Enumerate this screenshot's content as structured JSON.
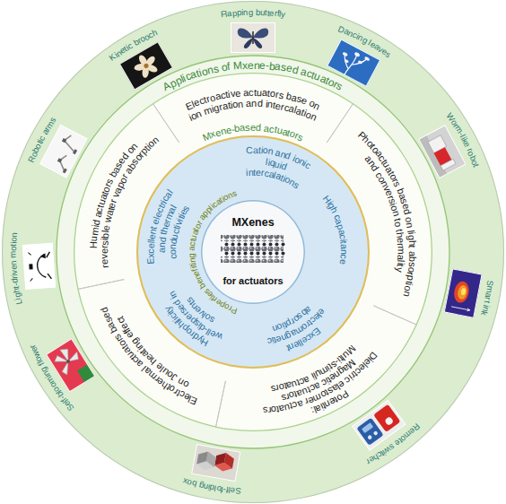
{
  "diagram": {
    "nodes": [
      {
        "text": [
          "Applications of Mxene-based actuators"
        ]
      },
      {
        "text": [
          "Kinetic brooch"
        ],
        "in": 0
      },
      {
        "text": [
          "Flapping butterfly"
        ],
        "in": 0
      },
      {
        "text": [
          "Dancing leaves"
        ],
        "in": 0
      },
      {
        "text": [
          "Worm-like robot"
        ],
        "in": 0
      },
      {
        "text": [
          "Smart ink"
        ],
        "in": 0
      },
      {
        "text": [
          "Remote switcher"
        ],
        "in": 0
      },
      {
        "text": [
          "Self-folding box"
        ],
        "in": 0
      },
      {
        "text": [
          "Self-blooming flower"
        ],
        "in": 0
      },
      {
        "text": [
          "Light-driven motion"
        ],
        "in": 0
      },
      {
        "text": [
          "Robotic arms"
        ],
        "in": 0
      },
      {
        "text": [
          "Mxene-based actuators"
        ],
        "in": 0
      },
      {
        "text": [
          "Electroactive actuators base on ion migration and intercalation"
        ],
        "in": 11
      },
      {
        "text": [
          "Photoactuators based on light absorption and conversion to thermality"
        ],
        "in": 11
      },
      {
        "text": [
          "Potential:",
          "Dielectric elastomer actuators",
          "Magnetic actuators",
          "Multi-stimuli actuators"
        ],
        "in": 11
      },
      {
        "text": [
          "Electrothermal actuators based on Joule heating effect"
        ],
        "in": 11
      },
      {
        "text": [
          "Humid actuators based on reversible water vapor absorption"
        ],
        "in": 11
      },
      {
        "text": [
          "Properties benefiting actuator applications"
        ],
        "in": 11
      },
      {
        "text": [
          "MXenes",
          "for actuators"
        ],
        "in": 17
      }
    ],
    "labels": [
      "Cation and ionic liquid intercalations",
      "High capacitance",
      "Excellent electromagnetic absorption",
      "Hydrophilicity well-dispersed in solvents",
      "Excellent electrical and thermal conductivities"
    ]
  }
}
